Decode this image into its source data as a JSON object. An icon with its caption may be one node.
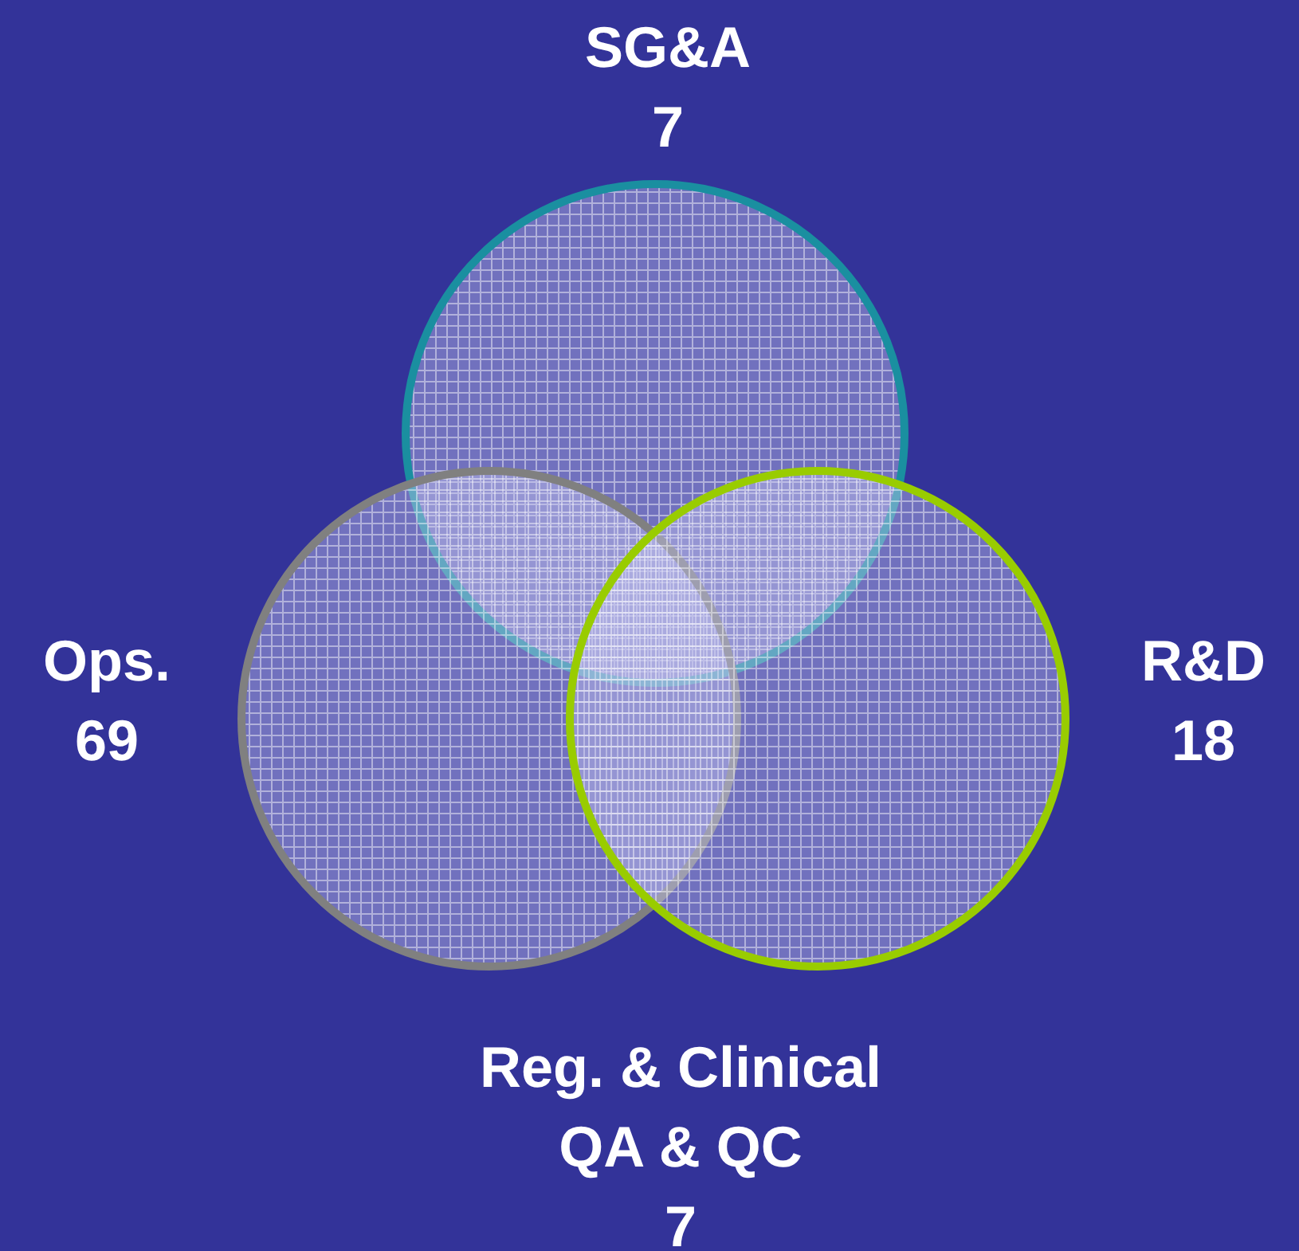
{
  "diagram": {
    "nodes": [
      {
        "text": [
          "SG&A",
          "7"
        ]
      },
      {
        "text": [
          "Ops.",
          "69"
        ]
      },
      {
        "text": [
          "R&D",
          "18"
        ]
      }
    ],
    "labels": [
      "Reg. & Clinical",
      "QA & QC",
      "7"
    ]
  }
}
